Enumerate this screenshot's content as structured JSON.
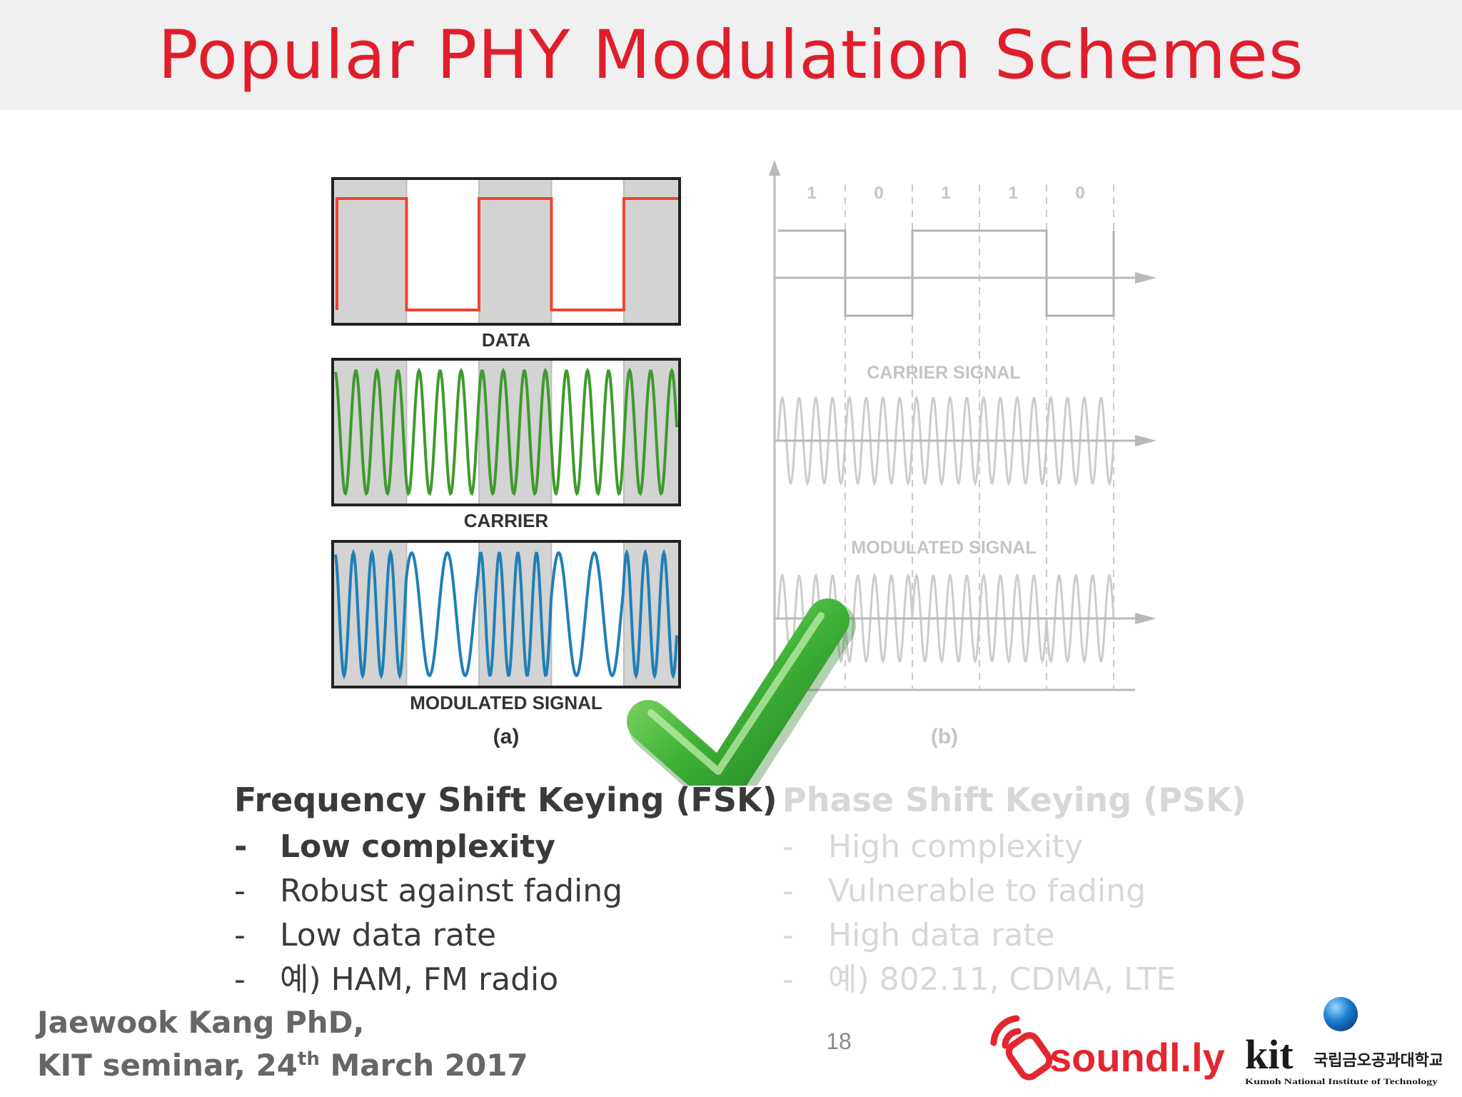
{
  "slide": {
    "title": "Popular PHY Modulation Schemes",
    "page_number": "18"
  },
  "figure_a": {
    "data_label": "DATA",
    "carrier_label": "CARRIER",
    "modulated_label": "MODULATED SIGNAL",
    "caption": "(a)",
    "data_bits": [
      1,
      0,
      1,
      0,
      1
    ],
    "colors": {
      "data": "#f0442c",
      "carrier": "#3e9a2c",
      "modulated": "#1f7fb6",
      "shade": "#d3d3d3"
    }
  },
  "figure_b": {
    "bits": [
      "1",
      "0",
      "1",
      "1",
      "0"
    ],
    "carrier_label": "CARRIER SIGNAL",
    "modulated_label": "MODULATED SIGNAL",
    "caption": "(b)"
  },
  "checkmark": {
    "icon": "checkmark-icon",
    "color": "#3aaa35"
  },
  "fsk": {
    "title": "Frequency Shift Keying (FSK)",
    "bullets": [
      {
        "dash": "-",
        "text": "Low complexity"
      },
      {
        "dash": "-",
        "text": "Robust against fading"
      },
      {
        "dash": "-",
        "text": "Low data rate"
      },
      {
        "dash": "-",
        "text": "예) HAM, FM radio"
      }
    ]
  },
  "psk": {
    "title": "Phase Shift Keying (PSK)",
    "bullets": [
      {
        "dash": "-",
        "text": "High complexity"
      },
      {
        "dash": "-",
        "text": "Vulnerable to fading"
      },
      {
        "dash": "-",
        "text": "High data rate"
      },
      {
        "dash": "-",
        "text": "예) 802.11, CDMA, LTE"
      }
    ]
  },
  "footer": {
    "author": "Jaewook Kang PhD,",
    "seminar_prefix": "KIT seminar, 24",
    "seminar_sup": "th",
    "seminar_suffix": " March 2017"
  },
  "logos": {
    "soundly_text": "soundl.ly",
    "kit_text": "kit",
    "kit_korean": "국립금오공과대학교",
    "kit_english": "Kumoh National Institute of Technology",
    "colors": {
      "soundly": "#e3262f",
      "kit_blue": "#1b7fd0"
    }
  }
}
